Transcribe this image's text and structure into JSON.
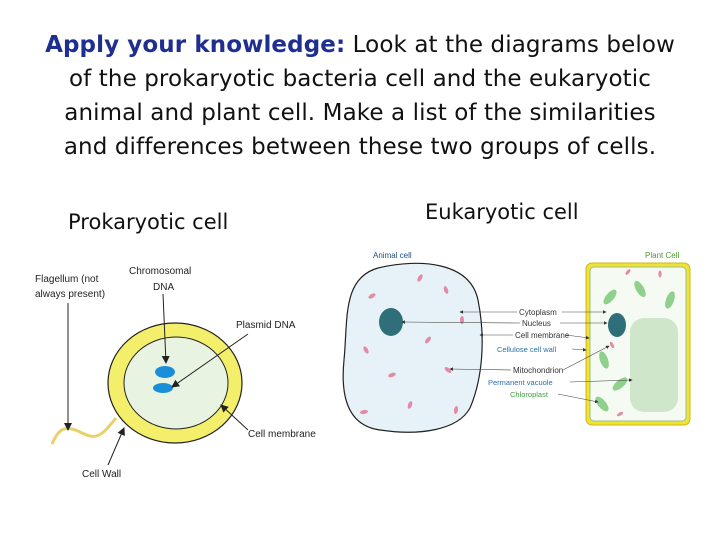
{
  "intro": {
    "keyword": "Apply your knowledge:",
    "line1_rest": " Look at the diagrams below",
    "line2": "of the prokaryotic bacteria cell and the eukaryotic",
    "line3": "animal and plant cell. Make a list of the similarities",
    "line4": "and differences between these two groups of cells."
  },
  "prokaryote": {
    "heading": "Prokaryotic cell",
    "labels": {
      "flagellum_1": "Flagellum (not",
      "flagellum_2": "always present)",
      "chromosomal_1": "Chromosomal",
      "chromosomal_2": "DNA",
      "plasmid": "Plasmid DNA",
      "membrane": "Cell membrane",
      "wall": "Cell Wall"
    }
  },
  "eukaryote": {
    "heading": "Eukaryotic cell",
    "animal_title": "Animal cell",
    "plant_title": "Plant Cell",
    "labels": {
      "cytoplasm": "Cytoplasm",
      "nucleus": "Nucleus",
      "cell_membrane": "Cell membrane",
      "cellulose_wall": "Cellulose cell wall",
      "mitochondrion": "Mitochondrion",
      "vacuole": "Permanent vacuole",
      "chloroplast": "Chloroplast"
    }
  },
  "colors": {
    "title_blue": "#1f2f8f",
    "bacteria_wall": "#f4ef6a",
    "bacteria_inner": "#e9f3e2",
    "nucleus": "#2e6f7a",
    "plasmid": "#1a8fd8",
    "animal_fill": "#e6f2f7",
    "plant_wall": "#f2e232",
    "chloroplast": "#8fd08c",
    "vacuole": "#cfe6cb"
  }
}
